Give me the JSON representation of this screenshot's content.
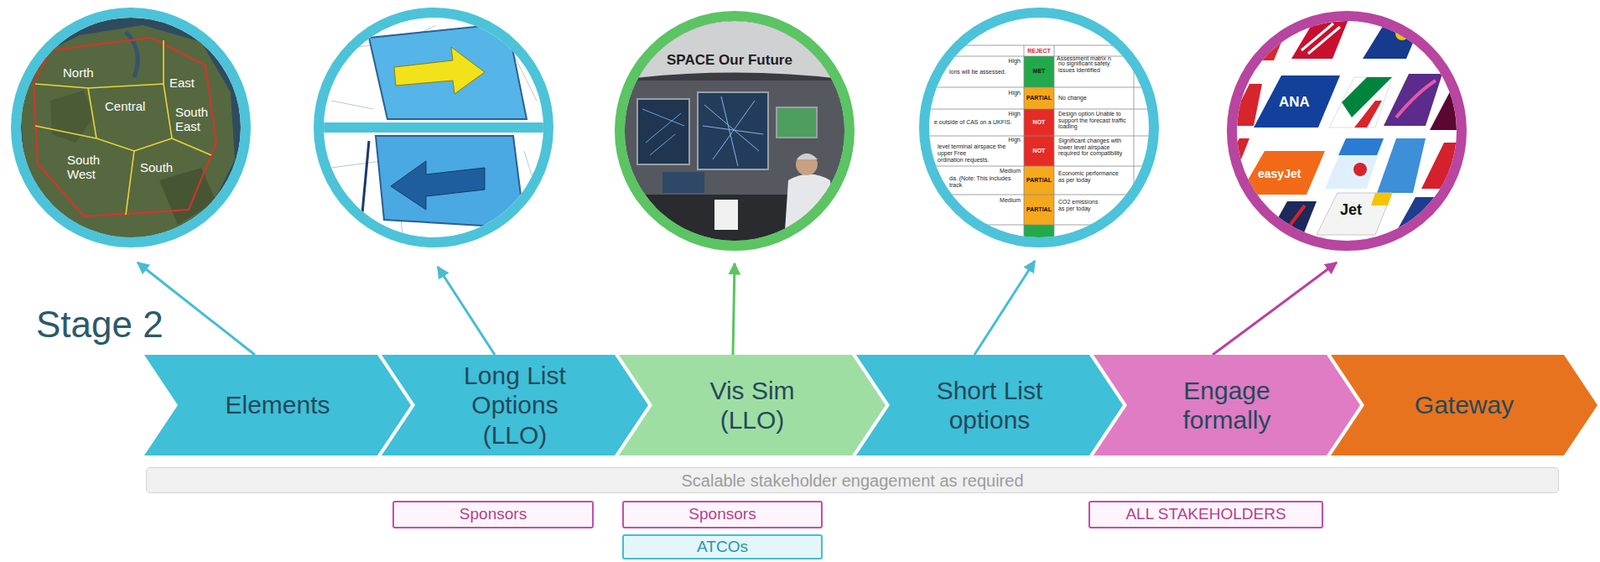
{
  "diagram": {
    "title": "Stage 2",
    "nodes": [
      {
        "text": [
          "Elements"
        ]
      },
      {
        "text": [
          "Long List Options (LLO)"
        ]
      },
      {
        "text": [
          "Vis Sim (LLO)"
        ]
      },
      {
        "text": [
          "Short List options"
        ]
      },
      {
        "text": [
          "Engage formally"
        ]
      },
      {
        "text": [
          "Gateway"
        ]
      },
      {
        "text": [
          "Scalable stakeholder engagement as required"
        ]
      },
      {
        "text": [
          "Sponsors"
        ]
      },
      {
        "text": [
          "Sponsors"
        ]
      },
      {
        "text": [
          "ATCOs"
        ]
      },
      {
        "text": [
          "ALL STAKEHOLDERS"
        ]
      }
    ],
    "labels": [
      "North",
      "East",
      "Central",
      "South East",
      "South West",
      "South",
      "SPACE Our Future",
      "REJECT",
      "Assessment matrix n",
      "High",
      "ions will be assessed.",
      "MET",
      "no significant safety issues identified",
      "High",
      "PARTIAL",
      "No change",
      "High",
      "e outside of CAS on a UKFIS.",
      "NOT",
      "Design option Unable to support the forecast traffic loading",
      "High",
      "level terminal airspace the upper Free",
      "NOT",
      "Significant changes with lower level airspace required for compatibility",
      "ordination requests.",
      "Medium",
      "da. (Note: This includes track",
      "PARTIAL",
      "Economic performance as per today",
      "Medium",
      "PARTIAL",
      "CO2 emissions as per today",
      "ANA",
      "easyJet",
      "Jet"
    ]
  }
}
